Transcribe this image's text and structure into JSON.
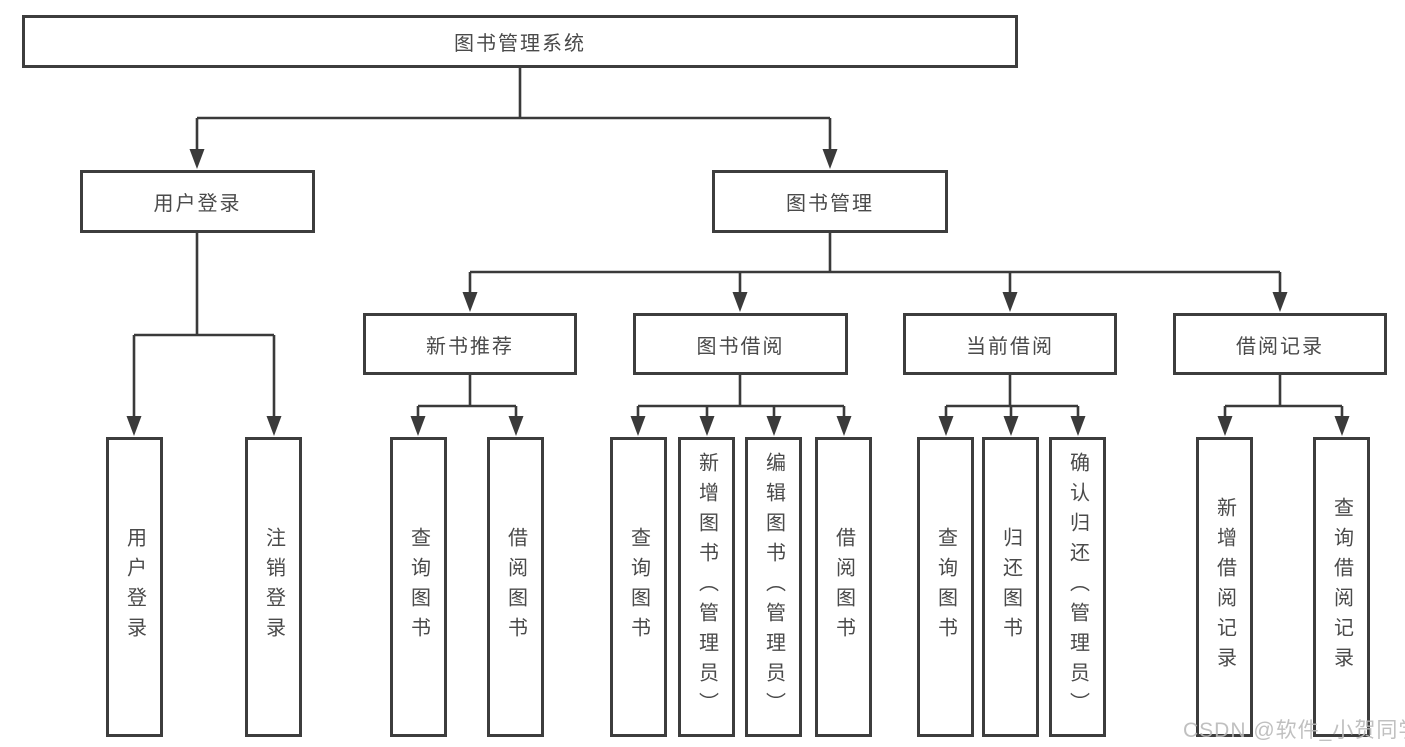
{
  "colors": {
    "line": "#3a3a3a",
    "box_border": "#3d3d3d",
    "text": "#4a4a4a",
    "watermark": "#b9b9b9"
  },
  "tree": {
    "label": "图书管理系统",
    "children": [
      {
        "label": "用户登录",
        "children": [
          {
            "label": "用户登录"
          },
          {
            "label": "注销登录"
          }
        ]
      },
      {
        "label": "图书管理",
        "children": [
          {
            "label": "新书推荐",
            "children": [
              {
                "label": "查询图书"
              },
              {
                "label": "借阅图书"
              }
            ]
          },
          {
            "label": "图书借阅",
            "children": [
              {
                "label": "查询图书"
              },
              {
                "label": "新增图书（管理员）"
              },
              {
                "label": "编辑图书（管理员）"
              },
              {
                "label": "借阅图书"
              }
            ]
          },
          {
            "label": "当前借阅",
            "children": [
              {
                "label": "查询图书"
              },
              {
                "label": "归还图书"
              },
              {
                "label": "确认归还（管理员）"
              }
            ]
          },
          {
            "label": "借阅记录",
            "children": [
              {
                "label": "新增借阅记录"
              },
              {
                "label": "查询借阅记录"
              }
            ]
          }
        ]
      }
    ]
  },
  "watermark": {
    "text": "CSDN @软件_小贺同学"
  }
}
